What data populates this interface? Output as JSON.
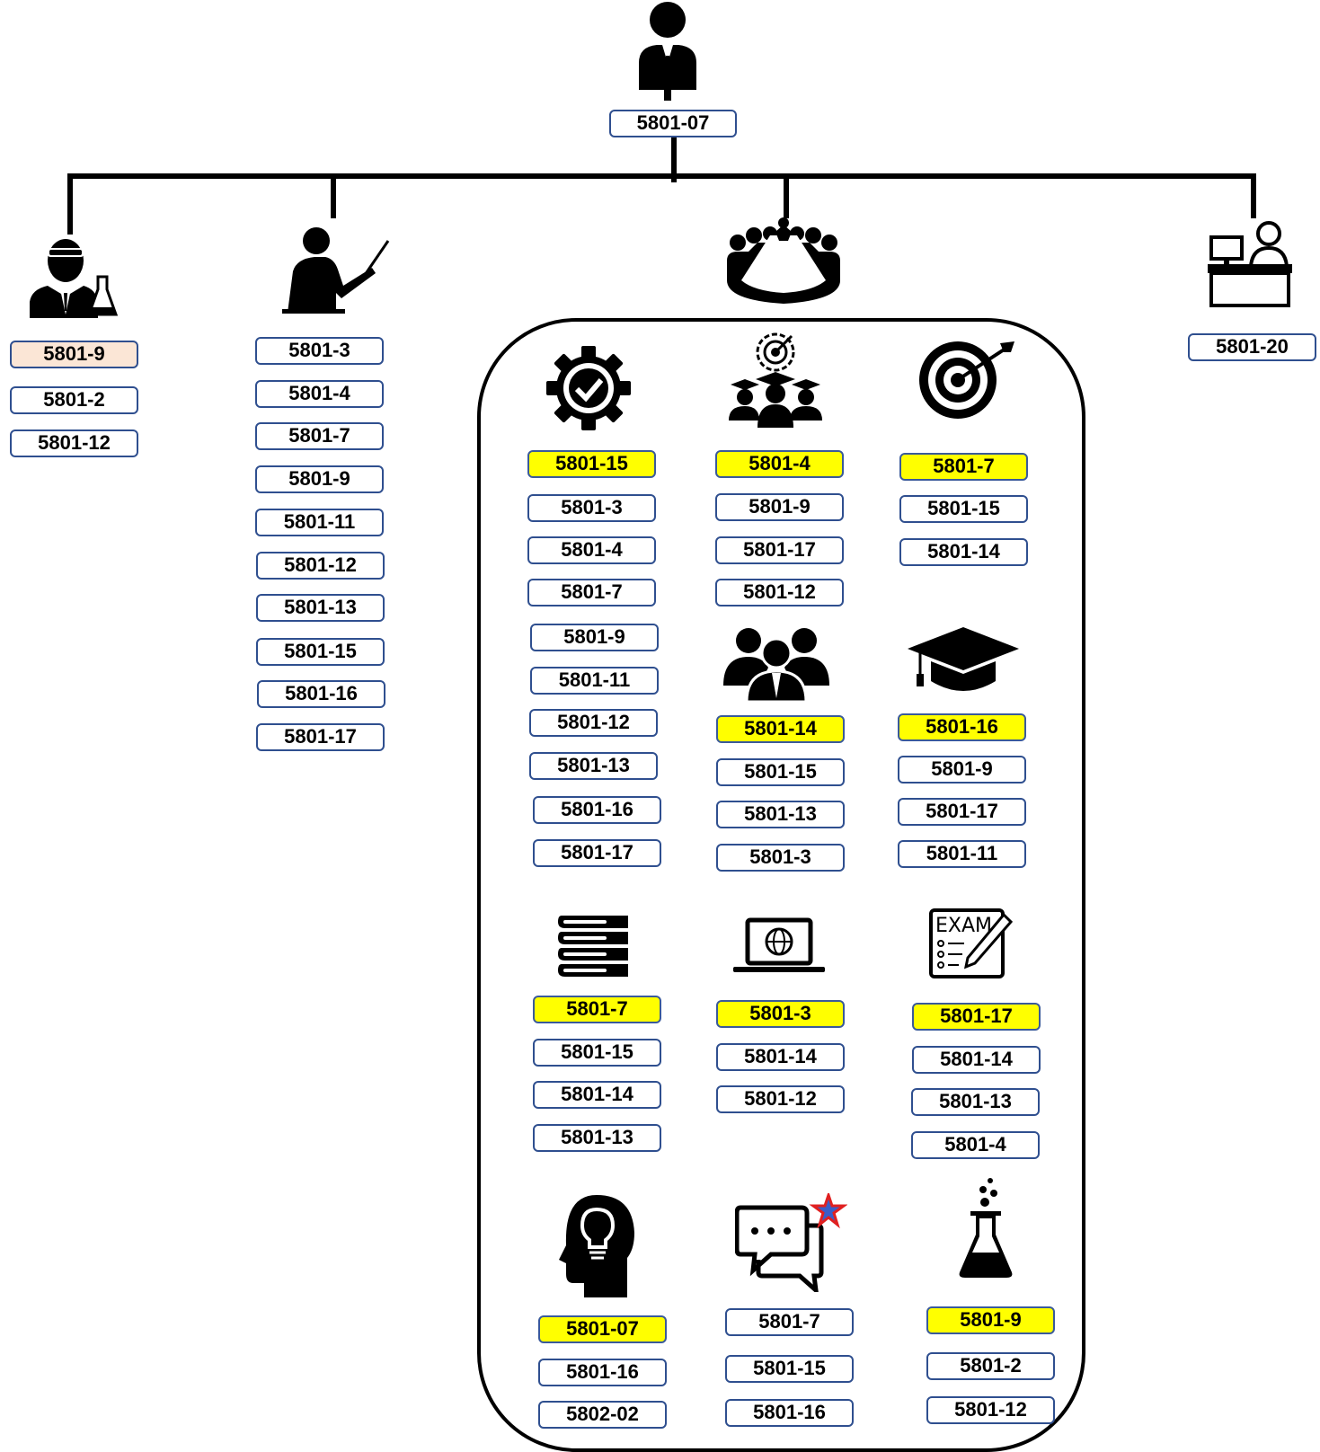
{
  "root": {
    "label": "5801-07",
    "icon": "manager-icon"
  },
  "branches": {
    "researcher": {
      "icon": "scientist-icon",
      "labels": [
        {
          "text": "5801-9",
          "style": "pink"
        },
        {
          "text": "5801-2"
        },
        {
          "text": "5801-12"
        }
      ]
    },
    "teacher": {
      "icon": "teacher-icon",
      "labels": [
        {
          "text": "5801-3"
        },
        {
          "text": "5801-4"
        },
        {
          "text": "5801-7"
        },
        {
          "text": "5801-9"
        },
        {
          "text": "5801-11"
        },
        {
          "text": "5801-12"
        },
        {
          "text": "5801-13"
        },
        {
          "text": "5801-15"
        },
        {
          "text": "5801-16"
        },
        {
          "text": "5801-17"
        }
      ]
    },
    "meeting": {
      "icon": "meeting-icon"
    },
    "office": {
      "icon": "office-worker-icon",
      "labels": [
        {
          "text": "5801-20"
        }
      ]
    }
  },
  "groups": [
    {
      "icon": "gear-check-icon",
      "labels": [
        {
          "text": "5801-15",
          "style": "hl"
        },
        {
          "text": "5801-3"
        },
        {
          "text": "5801-4"
        },
        {
          "text": "5801-7"
        },
        {
          "text": "5801-9"
        },
        {
          "text": "5801-11"
        },
        {
          "text": "5801-12"
        },
        {
          "text": "5801-13"
        },
        {
          "text": "5801-16"
        },
        {
          "text": "5801-17"
        }
      ]
    },
    {
      "icon": "graduates-target-icon",
      "labels": [
        {
          "text": "5801-4",
          "style": "hl"
        },
        {
          "text": "5801-9"
        },
        {
          "text": "5801-17"
        },
        {
          "text": "5801-12"
        }
      ]
    },
    {
      "icon": "target-icon",
      "labels": [
        {
          "text": "5801-7",
          "style": "hl"
        },
        {
          "text": "5801-15"
        },
        {
          "text": "5801-14"
        }
      ]
    },
    {
      "icon": "team-icon",
      "labels": [
        {
          "text": "5801-14",
          "style": "hl"
        },
        {
          "text": "5801-15"
        },
        {
          "text": "5801-13"
        },
        {
          "text": "5801-3"
        }
      ]
    },
    {
      "icon": "graduation-cap-icon",
      "labels": [
        {
          "text": "5801-16",
          "style": "hl"
        },
        {
          "text": "5801-9"
        },
        {
          "text": "5801-17"
        },
        {
          "text": "5801-11"
        }
      ]
    },
    {
      "icon": "books-icon",
      "labels": [
        {
          "text": "5801-7",
          "style": "hl"
        },
        {
          "text": "5801-15"
        },
        {
          "text": "5801-14"
        },
        {
          "text": "5801-13"
        }
      ]
    },
    {
      "icon": "laptop-globe-icon",
      "labels": [
        {
          "text": "5801-3",
          "style": "hl"
        },
        {
          "text": "5801-14"
        },
        {
          "text": "5801-12"
        }
      ]
    },
    {
      "icon": "exam-icon",
      "icon_text": "EXAM",
      "labels": [
        {
          "text": "5801-17",
          "style": "hl"
        },
        {
          "text": "5801-14"
        },
        {
          "text": "5801-13"
        },
        {
          "text": "5801-4"
        }
      ]
    },
    {
      "icon": "head-lightbulb-icon",
      "labels": [
        {
          "text": "5801-07",
          "style": "hl"
        },
        {
          "text": "5801-16"
        },
        {
          "text": "5802-02"
        }
      ]
    },
    {
      "icon": "chat-star-icon",
      "labels": [
        {
          "text": "5801-7"
        },
        {
          "text": "5801-15"
        },
        {
          "text": "5801-16"
        }
      ]
    },
    {
      "icon": "flask-icon",
      "labels": [
        {
          "text": "5801-9",
          "style": "hl"
        },
        {
          "text": "5801-2"
        },
        {
          "text": "5801-12"
        }
      ]
    }
  ]
}
